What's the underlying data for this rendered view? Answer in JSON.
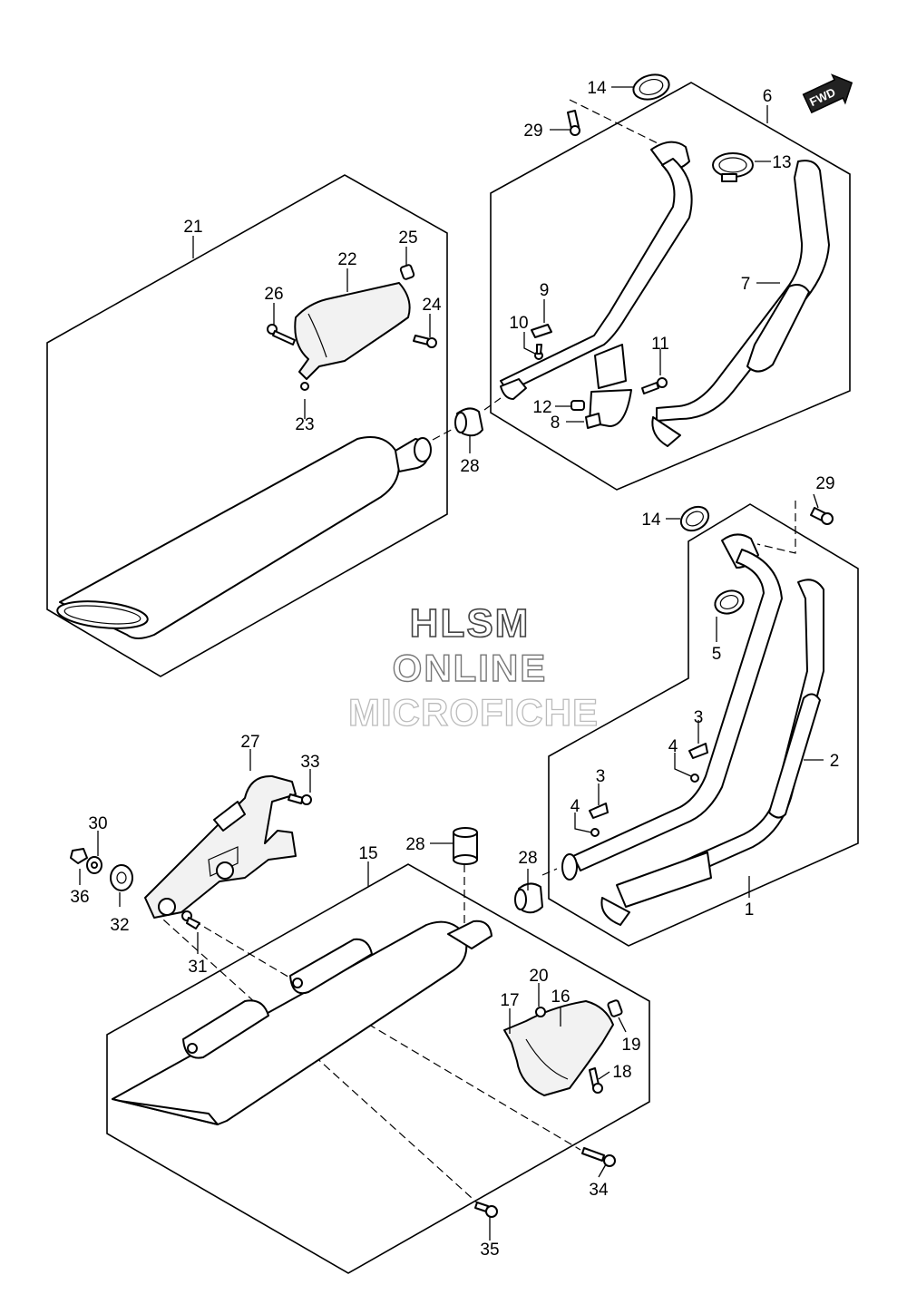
{
  "watermark": {
    "line1": "HLSM",
    "line2": "ONLINE",
    "line3": "MICROFICHE"
  },
  "direction_badge": "FWD",
  "callouts": {
    "c1": "1",
    "c2": "2",
    "c3a": "3",
    "c3b": "3",
    "c4a": "4",
    "c4b": "4",
    "c5": "5",
    "c6": "6",
    "c7": "7",
    "c8": "8",
    "c9": "9",
    "c10": "10",
    "c11": "11",
    "c12": "12",
    "c13": "13",
    "c14a": "14",
    "c14b": "14",
    "c15": "15",
    "c16": "16",
    "c17": "17",
    "c18": "18",
    "c19": "19",
    "c20": "20",
    "c21": "21",
    "c22": "22",
    "c23": "23",
    "c24": "24",
    "c25": "25",
    "c26": "26",
    "c27": "27",
    "c28a": "28",
    "c28b": "28",
    "c28c": "28",
    "c29a": "29",
    "c29b": "29",
    "c30": "30",
    "c31": "31",
    "c32": "32",
    "c33": "33",
    "c34": "34",
    "c35": "35",
    "c36": "36"
  }
}
